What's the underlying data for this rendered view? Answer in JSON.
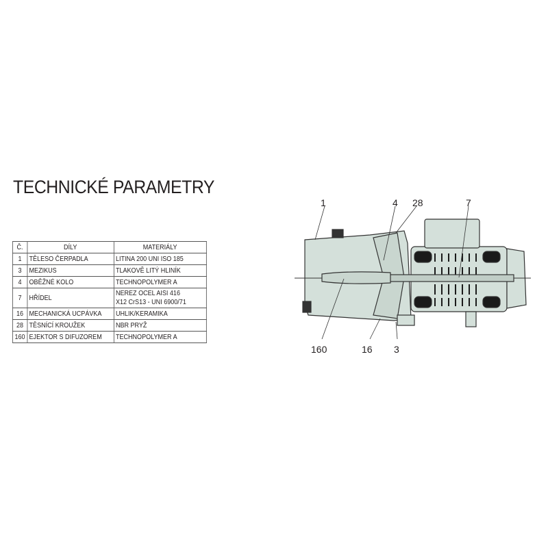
{
  "title": "TECHNICKÉ PARAMETRY",
  "table": {
    "headers": [
      "Č.",
      "DÍLY",
      "MATERIÁLY"
    ],
    "rows": [
      {
        "no": "1",
        "part": "TĚLESO ČERPADLA",
        "material": "LITINA 200 UNI ISO 185"
      },
      {
        "no": "3",
        "part": "MEZIKUS",
        "material": "TLAKOVĚ LITÝ HLINÍK"
      },
      {
        "no": "4",
        "part": "OBĚŽNÉ KOLO",
        "material": "TECHNOPOLYMER A"
      },
      {
        "no": "7",
        "part": "HŘÍDEL",
        "material": "NEREZ OCEL AISI 416",
        "material2": "X12 CrS13 - UNI 6900/71"
      },
      {
        "no": "16",
        "part": "MECHANICKÁ UCPÁVKA",
        "material": "UHLIK/KERAMIKA"
      },
      {
        "no": "28",
        "part": "TĚSNÍCÍ KROUŽEK",
        "material": "NBR PRYŽ"
      },
      {
        "no": "160",
        "part": "EJEKTOR S DIFUZOREM",
        "material": "TECHNOPOLYMER A"
      }
    ]
  },
  "diagram": {
    "callouts_top": [
      "1",
      "4",
      "28",
      "7"
    ],
    "callouts_bottom": [
      "160",
      "16",
      "3"
    ],
    "fill_color": "#d4e0da",
    "line_color": "#333333"
  }
}
